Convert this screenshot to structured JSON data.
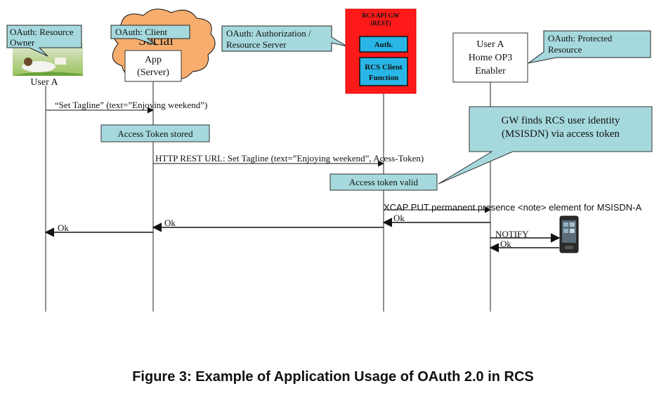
{
  "actors": {
    "user": {
      "label": "User A"
    },
    "app": {
      "cloud_text": "Social",
      "line1": "App",
      "line2": "(Server)"
    },
    "gateway": {
      "title1": "RCS API GW",
      "title2": "(REST)",
      "auth": "Auth.",
      "client1": "RCS Client",
      "client2": "Function"
    },
    "op3": {
      "line1": "User A",
      "line2": "Home OP3",
      "line3": "Enabler"
    }
  },
  "callouts": {
    "resource_owner": {
      "line1": "OAuth: Resource",
      "line2": "Owner"
    },
    "client": {
      "line1": "OAuth: Client"
    },
    "auth_server": {
      "line1": "OAuth: Authorization /",
      "line2": "Resource Server"
    },
    "protected": {
      "line1": "OAuth: Protected",
      "line2": "Resource"
    },
    "gw_finds": {
      "line1": "GW finds RCS user identity",
      "line2": "(MSISDN) via access token"
    }
  },
  "notes": {
    "token_stored": "Access Token stored",
    "token_valid": "Access token valid"
  },
  "messages": {
    "set_tagline": "“Set Tagline” (text=”Enjoying weekend”)",
    "http_rest": "HTTP REST URL: Set Tagline (text=”Enjoying weekend”, Acess-Token)",
    "xcap_put": "XCAP PUT permanent presence <note> element for MSISDN-A",
    "ok_op3": "Ok",
    "ok_gw": "Ok",
    "ok_app": "Ok",
    "notify": "NOTIFY",
    "ok_phone": "Ok"
  },
  "caption": "Figure 3: Example of Application Usage of OAuth 2.0 in RCS",
  "colors": {
    "callout_fill": "#a6d9de",
    "gw_red": "#ff1a1a",
    "gw_blue": "#29b6e6",
    "cloud_orange": "#f6ad6e"
  }
}
